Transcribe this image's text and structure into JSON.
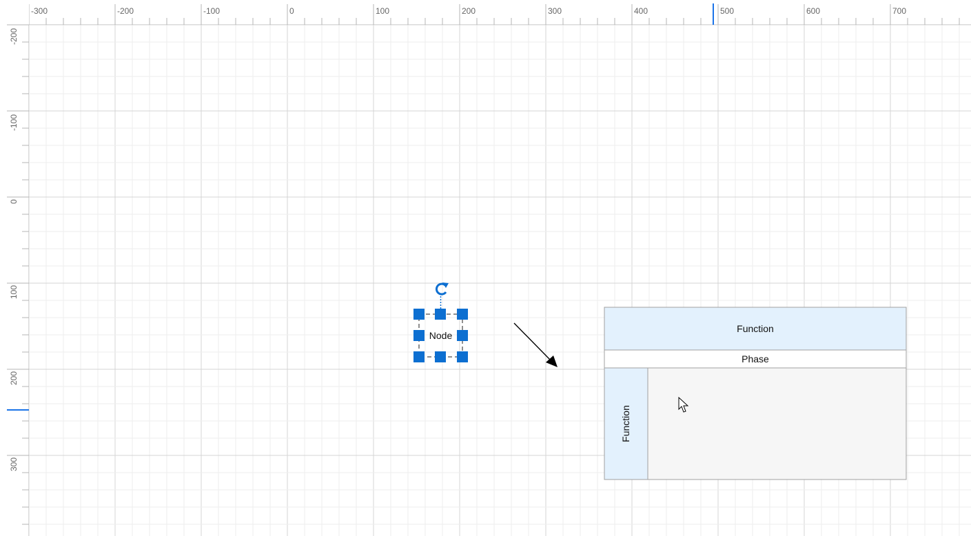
{
  "rulers": {
    "horizontal_ticks": [
      "-300",
      "-200",
      "-100",
      "0",
      "100",
      "200",
      "300",
      "400",
      "500",
      "600",
      "700"
    ],
    "vertical_ticks": [
      "-200",
      "-100",
      "0",
      "100",
      "200",
      "300"
    ],
    "horizontal_indicator_value": 495,
    "vertical_indicator_value": 246,
    "indicator_color": "#1a73e8"
  },
  "diagram": {
    "node": {
      "label": "Node",
      "selected": true,
      "handle_color": "#0d6fd1"
    },
    "connector": {
      "arrowhead": "filled-triangle"
    },
    "swimlane": {
      "header_label": "Function",
      "phase_label": "Phase",
      "lane_label": "Function",
      "header_color": "#e3f1fd",
      "body_color": "#f6f6f6",
      "border_color": "#a0a0a0"
    },
    "cursor": "pointer-arrow"
  }
}
